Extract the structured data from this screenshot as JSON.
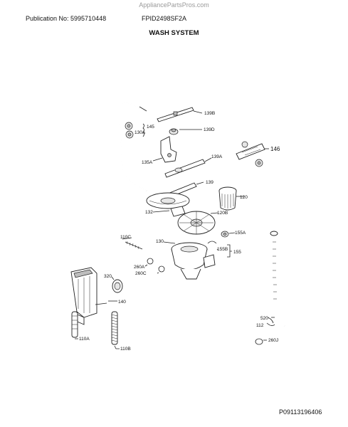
{
  "watermark": "AppliancePartsPros.com",
  "header": {
    "publication": "Publication No: 5995710448",
    "model": "FPID2498SF2A"
  },
  "title": "WASH SYSTEM",
  "footer": {
    "code": "P09113196406"
  },
  "callouts": {
    "c139B": "139B",
    "c145": "145",
    "c130A": "130A",
    "c139D": "139D",
    "c146": "146",
    "c135A": "135A",
    "c139A": "139A",
    "c139": "139",
    "c120": "120",
    "c132": "132",
    "c120B": "120B",
    "c110C": "110C",
    "c130": "130",
    "c155A": "155A",
    "c155B": "155B",
    "c155": "155",
    "c260A": "260A",
    "c260C": "260C",
    "c320": "320",
    "c140": "140",
    "c110A": "110A",
    "c110B": "110B",
    "c520": "520",
    "c112": "112",
    "c260J": "260J"
  }
}
